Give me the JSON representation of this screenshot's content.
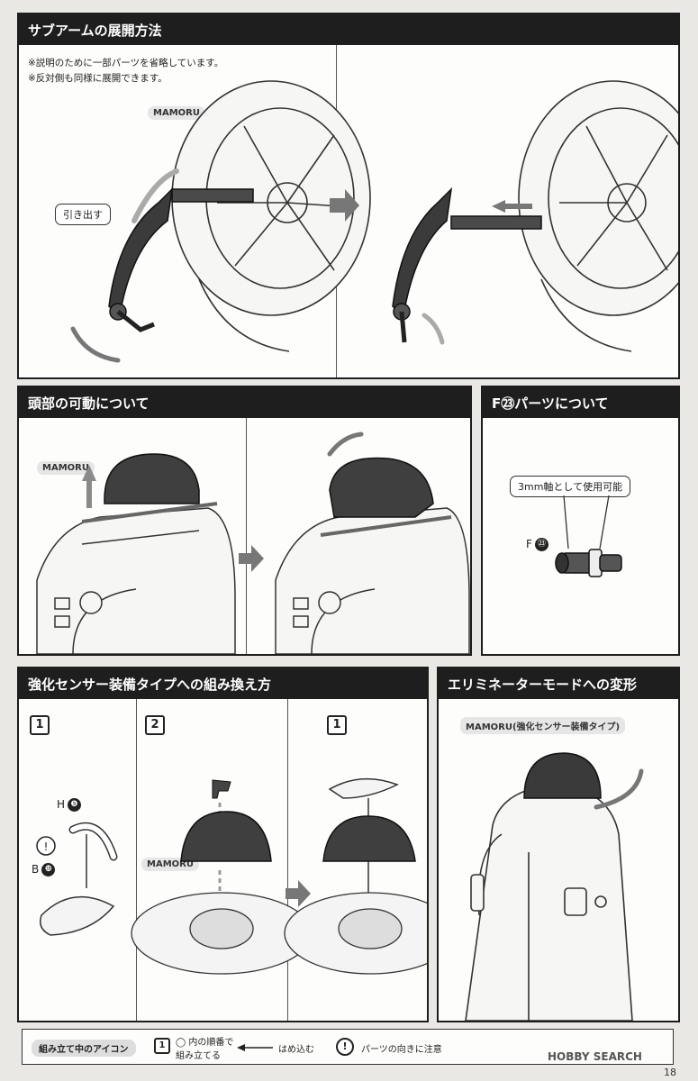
{
  "sections": {
    "sub_arm": {
      "title": "サブアームの展開方法",
      "notes": [
        "※説明のために一部パーツを省略しています。",
        "※反対側も同様に展開できます。"
      ],
      "label": "MAMORU",
      "callout": "引き出す"
    },
    "head": {
      "title": "頭部の可動について",
      "label": "MAMORU"
    },
    "f23": {
      "title": "F㉓パーツについて",
      "callout": "3mm軸として使用可能",
      "part": "F",
      "part_num": "㉓"
    },
    "sensor": {
      "title": "強化センサー装備タイプへの組み換え方",
      "steps": [
        "1",
        "2",
        "1"
      ],
      "part_h": "H",
      "part_h_num": "❺",
      "part_b": "B",
      "part_b_num": "❿",
      "label": "MAMORU"
    },
    "eliminator": {
      "title": "エリミネーターモードへの変形",
      "label": "MAMORU(強化センサー装備タイプ)"
    }
  },
  "legend": {
    "title": "組み立て中のアイコン",
    "step_icon": "1",
    "order_text_1": "◯ 内の順番で",
    "order_text_2": "組み立てる",
    "insert_text": "はめ込む",
    "caution_icon": "!",
    "caution_text": "パーツの向きに注意"
  },
  "watermark": "HOBBY SEARCH",
  "page_number": "18",
  "colors": {
    "header": "#1e1e1e",
    "dark_part": "#3a3a3a",
    "arrow": "#8a8a8a"
  }
}
